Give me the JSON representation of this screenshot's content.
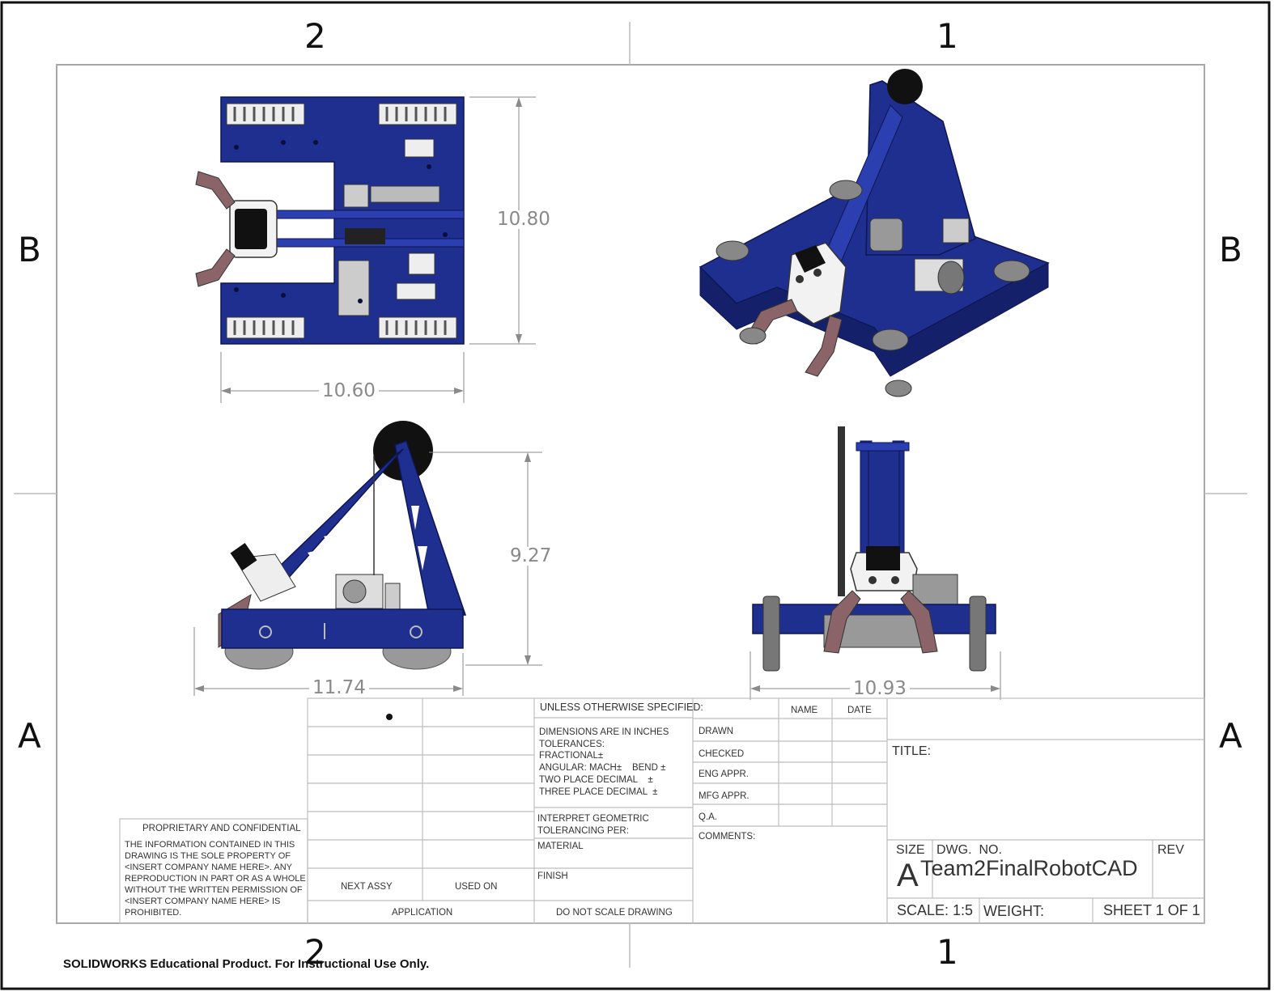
{
  "zones": {
    "top_left": "2",
    "top_right": "1",
    "left_upper": "B",
    "left_lower": "A",
    "right_upper": "B",
    "right_lower": "A",
    "bottom_left": "2",
    "bottom_right": "1"
  },
  "dimensions": {
    "top_height": "10.80",
    "top_width": "10.60",
    "side_height": "9.27",
    "side_width": "11.74",
    "front_width": "10.93"
  },
  "title_block": {
    "unless": "UNLESS OTHERWISE SPECIFIED:",
    "tolerances": [
      "DIMENSIONS ARE IN INCHES",
      "TOLERANCES:",
      "FRACTIONAL±",
      "ANGULAR: MACH±    BEND ±",
      "TWO PLACE DECIMAL    ±",
      "THREE PLACE DECIMAL  ±"
    ],
    "interpret": [
      "INTERPRET GEOMETRIC",
      "TOLERANCING PER:"
    ],
    "material": "MATERIAL",
    "finish": "FINISH",
    "do_not_scale": "DO NOT SCALE DRAWING",
    "next_assy": "NEXT ASSY",
    "used_on": "USED ON",
    "application": "APPLICATION",
    "name_hdr": "NAME",
    "date_hdr": "DATE",
    "rows": [
      "DRAWN",
      "CHECKED",
      "ENG APPR.",
      "MFG APPR.",
      "Q.A."
    ],
    "comments": "COMMENTS:",
    "title_label": "TITLE:",
    "size_label": "SIZE",
    "dwg_label": "DWG.  NO.",
    "rev_label": "REV",
    "size_value": "A",
    "dwg_value": "Team2FinalRobotCAD",
    "scale": "SCALE: 1:5",
    "weight": "WEIGHT:",
    "sheet": "SHEET 1 OF 1",
    "proprietary_title": "PROPRIETARY AND CONFIDENTIAL",
    "proprietary_text": [
      "THE INFORMATION CONTAINED IN THIS",
      "DRAWING IS THE SOLE PROPERTY OF",
      "<INSERT COMPANY NAME HERE>.  ANY",
      "REPRODUCTION IN PART OR AS A WHOLE",
      "WITHOUT THE WRITTEN PERMISSION OF",
      "<INSERT COMPANY NAME HERE> IS",
      "PROHIBITED."
    ]
  },
  "footer": "SOLIDWORKS Educational Product. For Instructional Use Only.",
  "colors": {
    "frame": "#9a9a9a",
    "robot_blue": "#1f2f8f",
    "robot_dark": "#14206a",
    "claw": "#8a6468",
    "wheel": "#7a7a7a"
  }
}
